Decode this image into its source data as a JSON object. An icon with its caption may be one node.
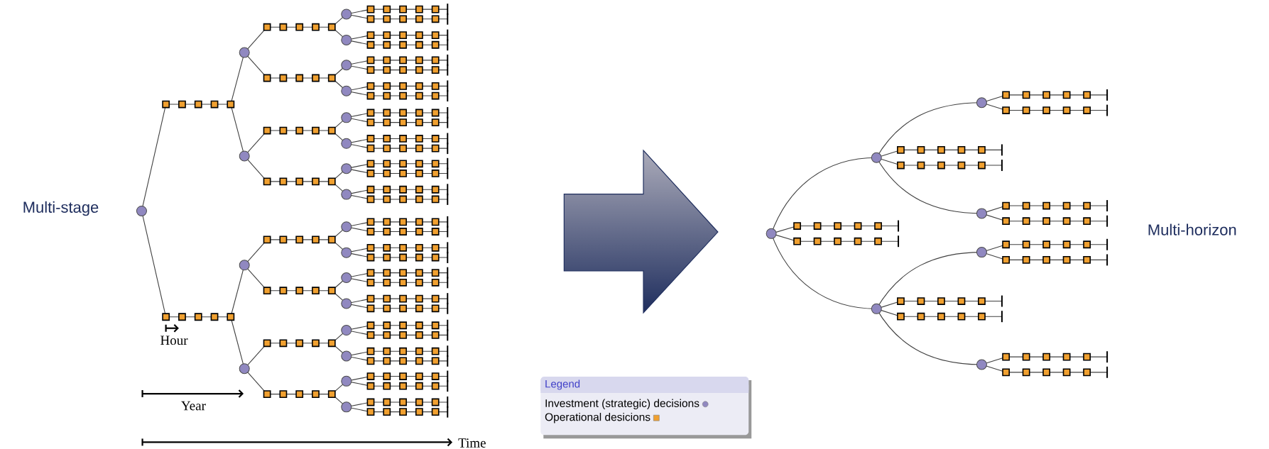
{
  "diagram": {
    "labels": [
      "Multi-stage",
      "Hour",
      "Year",
      "Time",
      "Multi-horizon",
      "Legend"
    ],
    "legend": [
      {
        "text": "Investment (strategic) decisions",
        "color": "#9088c0"
      },
      {
        "text": "Operational desicions",
        "color": "#f0a030"
      }
    ]
  }
}
